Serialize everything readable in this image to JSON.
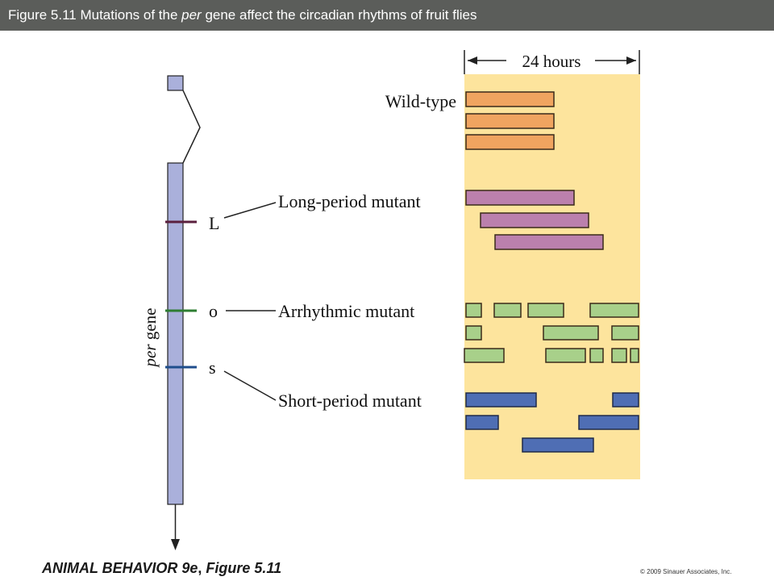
{
  "header": {
    "title_prefix": "Figure 5.11  Mutations of the ",
    "title_italic": "per",
    "title_suffix": " gene affect the circadian rhythms of fruit flies"
  },
  "diagram": {
    "time_span_label": "24 hours",
    "gene_label": "per gene",
    "mutation_sites": [
      {
        "symbol": "L",
        "label": "Long-period mutant",
        "color": "#5a1f3e"
      },
      {
        "symbol": "o",
        "label": "Arrhythmic mutant",
        "color": "#2e7d32"
      },
      {
        "symbol": "s",
        "label": "Short-period mutant",
        "color": "#1f4e8c"
      }
    ],
    "groups": [
      {
        "label": "Wild-type",
        "fill": "#f0a460"
      },
      {
        "label": "Long-period mutant",
        "fill": "#bb80ad"
      },
      {
        "label": "Arrhythmic mutant",
        "fill": "#a8d08a"
      },
      {
        "label": "Short-period mutant",
        "fill": "#4f6eb4"
      }
    ],
    "colors": {
      "panel_background": "#fde49d",
      "gene_bar": "#aab0db",
      "bar_stroke": "#3a2a1a"
    }
  },
  "footer": {
    "book_title": "ANIMAL BEHAVIOR 9e",
    "figure_ref": "Figure 5.11",
    "copyright": "© 2009 Sinauer Associates, Inc."
  }
}
